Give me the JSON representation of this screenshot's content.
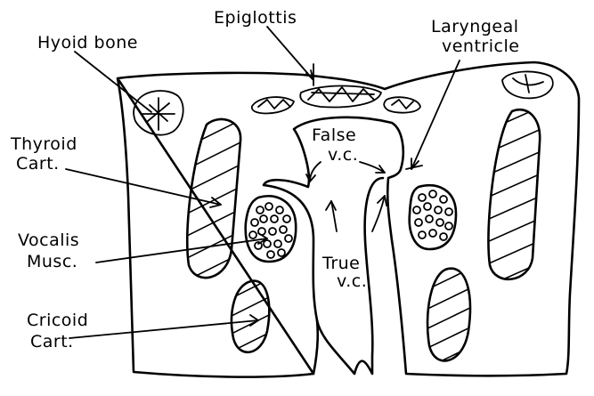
{
  "labels": {
    "epiglottis": "Epiglottis",
    "hyoid_bone": "Hyoid bone",
    "laryngeal_line1": "Laryngeal",
    "laryngeal_line2": "ventricle",
    "thyroid_line1": "Thyroid",
    "thyroid_line2": "Cart.",
    "false_vc_line1": "False",
    "false_vc_line2": "v.c.",
    "vocalis_line1": "Vocalis",
    "vocalis_line2": "Musc.",
    "true_vc_line1": "True",
    "true_vc_line2": "v.c.",
    "cricoid_line1": "Cricoid",
    "cricoid_line2": "Cart."
  }
}
